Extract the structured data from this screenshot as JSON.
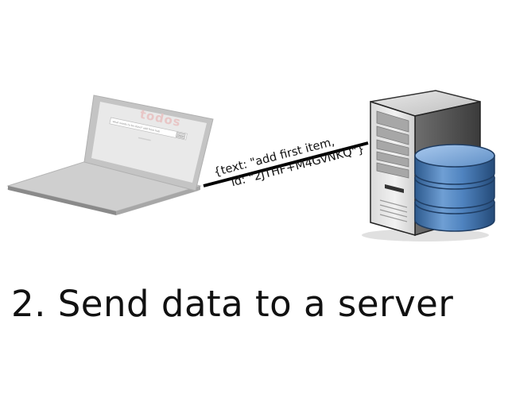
{
  "laptop": {
    "app_title": "todos",
    "input_placeholder": "what needs to be done? add from hub",
    "button_label": "Done"
  },
  "payload": {
    "line1": "{text: \"add first item,",
    "line2": "id: \"2JTHF+M4GvNKQ\"}"
  },
  "caption": "2. Send data to a server"
}
